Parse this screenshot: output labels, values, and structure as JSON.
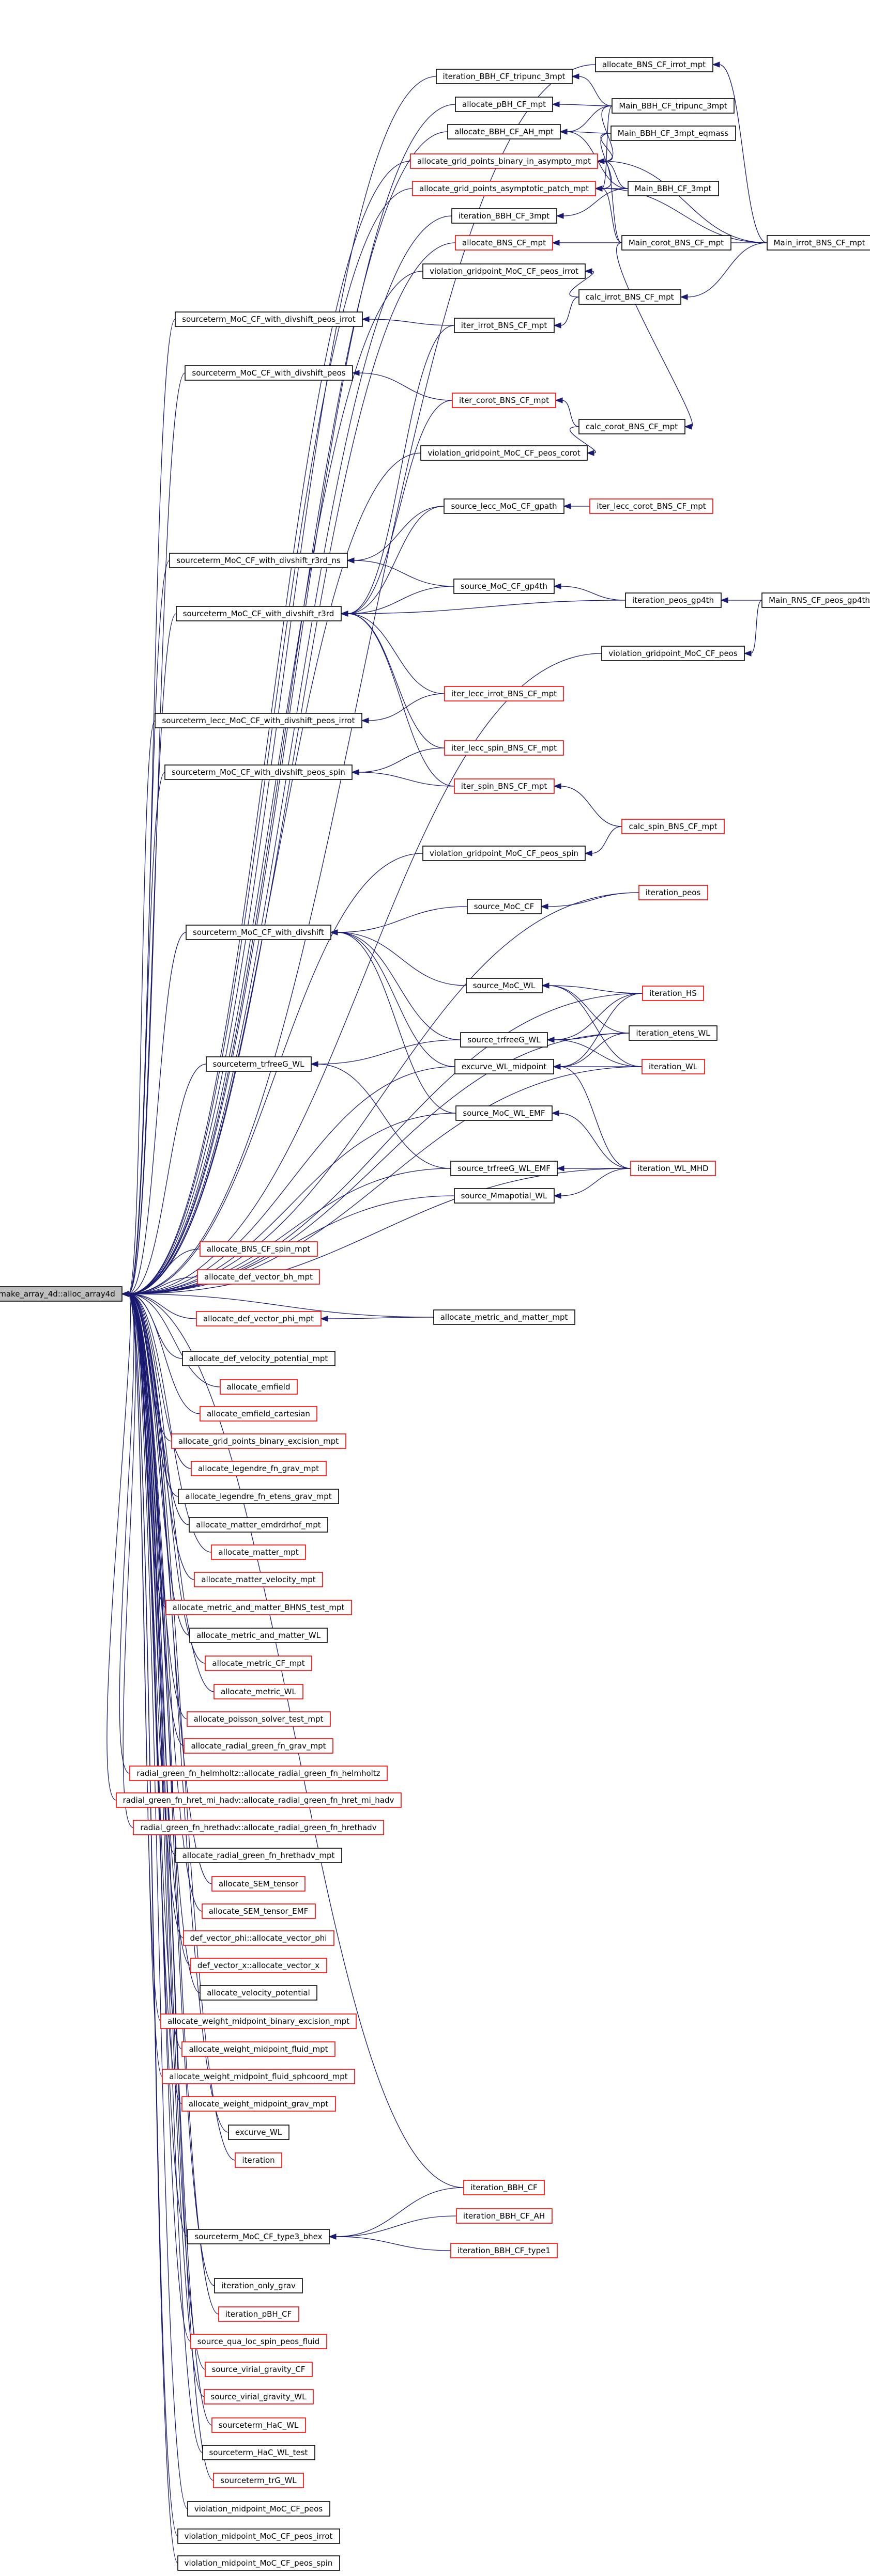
{
  "colors": {
    "edge": "#191970",
    "node_border_black": "#000000",
    "node_border_red": "#ff0000",
    "root_fill": "#bfbfbf",
    "node_fill": "#ffffff"
  },
  "root": {
    "id": "root",
    "label": "make_array_4d::alloc_array4d"
  },
  "nodes": [
    {
      "id": "iterBBH_CF_tripunc_3",
      "label": "iteration_BBH_CF_tripunc_3mpt",
      "border": "black"
    },
    {
      "id": "allocBNS_imrt",
      "label": "allocate_BNS_CF_irrot_mpt",
      "border": "black"
    },
    {
      "id": "allocBBH_CF",
      "label": "allocate_pBH_CF_mpt",
      "border": "black"
    },
    {
      "id": "mainBBH_tripunc",
      "label": "Main_BBH_CF_tripunc_3mpt",
      "border": "black"
    },
    {
      "id": "allocBBH_AH",
      "label": "allocate_BBH_CF_AH_mpt",
      "border": "black"
    },
    {
      "id": "mainBBH_3eq",
      "label": "Main_BBH_CF_3mpt_eqmass",
      "border": "black"
    },
    {
      "id": "allocGridBin",
      "label": "allocate_grid_points_binary_in_asympto_mpt",
      "border": "red"
    },
    {
      "id": "allocGridAsym",
      "label": "allocate_grid_points_asymptotic_patch_mpt",
      "border": "red"
    },
    {
      "id": "mainBBH_3",
      "label": "Main_BBH_CF_3mpt",
      "border": "black"
    },
    {
      "id": "iterBBH_3",
      "label": "iteration_BBH_CF_3mpt",
      "border": "black"
    },
    {
      "id": "allocBNS_CF",
      "label": "allocate_BNS_CF_mpt",
      "border": "red"
    },
    {
      "id": "mainCorot",
      "label": "Main_corot_BNS_CF_mpt",
      "border": "black"
    },
    {
      "id": "mainIrrot",
      "label": "Main_irrot_BNS_CF_mpt",
      "border": "black"
    },
    {
      "id": "violIrrot",
      "label": "violation_gridpoint_MoC_CF_peos_irrot",
      "border": "black"
    },
    {
      "id": "calcIrrot",
      "label": "calc_irrot_BNS_CF_mpt",
      "border": "black"
    },
    {
      "id": "stDivIrrot",
      "label": "sourceterm_MoC_CF_with_divshift_peos_irrot",
      "border": "black"
    },
    {
      "id": "iterIrrot",
      "label": "iter_irrot_BNS_CF_mpt",
      "border": "black"
    },
    {
      "id": "stDivPeos",
      "label": "sourceterm_MoC_CF_with_divshift_peos",
      "border": "black"
    },
    {
      "id": "iterCorot",
      "label": "iter_corot_BNS_CF_mpt",
      "border": "red"
    },
    {
      "id": "calcCorot",
      "label": "calc_corot_BNS_CF_mpt",
      "border": "black"
    },
    {
      "id": "violCorot",
      "label": "violation_gridpoint_MoC_CF_peos_corot",
      "border": "black"
    },
    {
      "id": "srcLecc",
      "label": "source_lecc_MoC_CF_gpath",
      "border": "black"
    },
    {
      "id": "iterLeccCorot",
      "label": "iter_lecc_corot_BNS_CF_mpt",
      "border": "red"
    },
    {
      "id": "stDiv3rdns",
      "label": "sourceterm_MoC_CF_with_divshift_r3rd_ns",
      "border": "black"
    },
    {
      "id": "srcMoCgp",
      "label": "source_MoC_CF_gp4th",
      "border": "black"
    },
    {
      "id": "stDiv3rd",
      "label": "sourceterm_MoC_CF_with_divshift_r3rd",
      "border": "black"
    },
    {
      "id": "iterPeosGp",
      "label": "iteration_peos_gp4th",
      "border": "black"
    },
    {
      "id": "mainRNS",
      "label": "Main_RNS_CF_peos_gp4th",
      "border": "black"
    },
    {
      "id": "violPeos",
      "label": "violation_gridpoint_MoC_CF_peos",
      "border": "black"
    },
    {
      "id": "stLeccIrrot",
      "label": "sourceterm_lecc_MoC_CF_with_divshift_peos_irrot",
      "border": "black"
    },
    {
      "id": "iterLeccIrrot",
      "label": "iter_lecc_irrot_BNS_CF_mpt",
      "border": "red"
    },
    {
      "id": "iterLeccSpin",
      "label": "iter_lecc_spin_BNS_CF_mpt",
      "border": "red"
    },
    {
      "id": "stDivSpin",
      "label": "sourceterm_MoC_CF_with_divshift_peos_spin",
      "border": "black"
    },
    {
      "id": "iterSpin",
      "label": "iter_spin_BNS_CF_mpt",
      "border": "red"
    },
    {
      "id": "calcSpin",
      "label": "calc_spin_BNS_CF_mpt",
      "border": "red"
    },
    {
      "id": "violSpin",
      "label": "violation_gridpoint_MoC_CF_peos_spin",
      "border": "black"
    },
    {
      "id": "iterPeos",
      "label": "iteration_peos",
      "border": "red"
    },
    {
      "id": "srcMoC",
      "label": "source_MoC_CF",
      "border": "black"
    },
    {
      "id": "stDiv",
      "label": "sourceterm_MoC_CF_with_divshift",
      "border": "black"
    },
    {
      "id": "srcMoCWL",
      "label": "source_MoC_WL",
      "border": "black"
    },
    {
      "id": "iterHS",
      "label": "iteration_HS",
      "border": "red"
    },
    {
      "id": "srcTrfree",
      "label": "source_trfreeG_WL",
      "border": "black"
    },
    {
      "id": "iterEtens",
      "label": "iteration_etens_WL",
      "border": "black"
    },
    {
      "id": "stTrfree",
      "label": "sourceterm_trfreeG_WL",
      "border": "black"
    },
    {
      "id": "excurve",
      "label": "excurve_WL_midpoint",
      "border": "black"
    },
    {
      "id": "iterWL",
      "label": "iteration_WL",
      "border": "red"
    },
    {
      "id": "srcMoCEMF",
      "label": "source_MoC_WL_EMF",
      "border": "black"
    },
    {
      "id": "srcTrfreeEMF",
      "label": "source_trfreeG_WL_EMF",
      "border": "black"
    },
    {
      "id": "iterMHD",
      "label": "iteration_WL_MHD",
      "border": "red"
    },
    {
      "id": "srcMmap",
      "label": "source_Mmapotial_WL",
      "border": "black"
    },
    {
      "id": "aBNSspin",
      "label": "allocate_BNS_CF_spin_mpt",
      "border": "red"
    },
    {
      "id": "aDefBh",
      "label": "allocate_def_vector_bh_mpt",
      "border": "red"
    },
    {
      "id": "aDefPhi",
      "label": "allocate_def_vector_phi_mpt",
      "border": "red"
    },
    {
      "id": "aMetricMatter",
      "label": "allocate_metric_and_matter_mpt",
      "border": "black"
    },
    {
      "id": "aDefVel",
      "label": "allocate_def_velocity_potential_mpt",
      "border": "black"
    },
    {
      "id": "aEmfield",
      "label": "allocate_emfield",
      "border": "red"
    },
    {
      "id": "aEmfieldCart",
      "label": "allocate_emfield_cartesian",
      "border": "red"
    },
    {
      "id": "aGridExc",
      "label": "allocate_grid_points_binary_excision_mpt",
      "border": "red"
    },
    {
      "id": "aLegGrav",
      "label": "allocate_legendre_fn_grav_mpt",
      "border": "red"
    },
    {
      "id": "aLegEtens",
      "label": "allocate_legendre_fn_etens_grav_mpt",
      "border": "black"
    },
    {
      "id": "aMatterEmd",
      "label": "allocate_matter_emdrdrhof_mpt",
      "border": "black"
    },
    {
      "id": "aMatter",
      "label": "allocate_matter_mpt",
      "border": "red"
    },
    {
      "id": "aMatterVel",
      "label": "allocate_matter_velocity_mpt",
      "border": "red"
    },
    {
      "id": "aMetricBHNS",
      "label": "allocate_metric_and_matter_BHNS_test_mpt",
      "border": "red"
    },
    {
      "id": "aMetricWL",
      "label": "allocate_metric_and_matter_WL",
      "border": "black"
    },
    {
      "id": "aMetricCF",
      "label": "allocate_metric_CF_mpt",
      "border": "red"
    },
    {
      "id": "aMetricWL2",
      "label": "allocate_metric_WL",
      "border": "red"
    },
    {
      "id": "aPoisson",
      "label": "allocate_poisson_solver_test_mpt",
      "border": "red"
    },
    {
      "id": "aRadGrav",
      "label": "allocate_radial_green_fn_grav_mpt",
      "border": "red"
    },
    {
      "id": "aRadHelm",
      "label": "radial_green_fn_helmholtz::allocate_radial_green_fn_helmholtz",
      "border": "red"
    },
    {
      "id": "aRadHretMi",
      "label": "radial_green_fn_hret_mi_hadv::allocate_radial_green_fn_hret_mi_hadv",
      "border": "red"
    },
    {
      "id": "aRadHrethadv",
      "label": "radial_green_fn_hrethadv::allocate_radial_green_fn_hrethadv",
      "border": "red"
    },
    {
      "id": "aRadHrethadvMpt",
      "label": "allocate_radial_green_fn_hrethadv_mpt",
      "border": "black"
    },
    {
      "id": "aSEM",
      "label": "allocate_SEM_tensor",
      "border": "red"
    },
    {
      "id": "aSEMEMF",
      "label": "allocate_SEM_tensor_EMF",
      "border": "red"
    },
    {
      "id": "aDefVecPhi",
      "label": "def_vector_phi::allocate_vector_phi",
      "border": "red"
    },
    {
      "id": "aDefVecX",
      "label": "def_vector_x::allocate_vector_x",
      "border": "red"
    },
    {
      "id": "aVelPot",
      "label": "allocate_velocity_potential",
      "border": "black"
    },
    {
      "id": "aWeightExc",
      "label": "allocate_weight_midpoint_binary_excision_mpt",
      "border": "red"
    },
    {
      "id": "aWeightFluid",
      "label": "allocate_weight_midpoint_fluid_mpt",
      "border": "red"
    },
    {
      "id": "aWeightSph",
      "label": "allocate_weight_midpoint_fluid_sphcoord_mpt",
      "border": "red"
    },
    {
      "id": "aWeightGrav",
      "label": "allocate_weight_midpoint_grav_mpt",
      "border": "red"
    },
    {
      "id": "excurveWL",
      "label": "excurve_WL",
      "border": "black"
    },
    {
      "id": "iteration",
      "label": "iteration",
      "border": "red"
    },
    {
      "id": "iterBBH",
      "label": "iteration_BBH_CF",
      "border": "red"
    },
    {
      "id": "iterBBH_AH",
      "label": "iteration_BBH_CF_AH",
      "border": "red"
    },
    {
      "id": "stType3",
      "label": "sourceterm_MoC_CF_type3_bhex",
      "border": "black"
    },
    {
      "id": "iterBBH_t1",
      "label": "iteration_BBH_CF_type1",
      "border": "red"
    },
    {
      "id": "iterOnlyGrav",
      "label": "iteration_only_grav",
      "border": "black"
    },
    {
      "id": "iterPBH",
      "label": "iteration_pBH_CF",
      "border": "red"
    },
    {
      "id": "srcQua",
      "label": "source_qua_loc_spin_peos_fluid",
      "border": "red"
    },
    {
      "id": "srcVirialCF",
      "label": "source_virial_gravity_CF",
      "border": "red"
    },
    {
      "id": "srcVirialWL",
      "label": "source_virial_gravity_WL",
      "border": "red"
    },
    {
      "id": "stHaC",
      "label": "sourceterm_HaC_WL",
      "border": "red"
    },
    {
      "id": "stHaCtest",
      "label": "sourceterm_HaC_WL_test",
      "border": "black"
    },
    {
      "id": "stTrG",
      "label": "sourceterm_trG_WL",
      "border": "red"
    },
    {
      "id": "violMid",
      "label": "violation_midpoint_MoC_CF_peos",
      "border": "black"
    },
    {
      "id": "violMidIrrot",
      "label": "violation_midpoint_MoC_CF_peos_irrot",
      "border": "black"
    },
    {
      "id": "violMidSpin",
      "label": "violation_midpoint_MoC_CF_peos_spin",
      "border": "black"
    }
  ],
  "edges": [
    [
      "iterBBH_CF_tripunc_3",
      "root"
    ],
    [
      "allocBNS_imrt",
      "root"
    ],
    [
      "allocBBH_CF",
      "root"
    ],
    [
      "allocBBH_AH",
      "root"
    ],
    [
      "allocGridBin",
      "root"
    ],
    [
      "allocGridAsym",
      "root"
    ],
    [
      "iterBBH_3",
      "root"
    ],
    [
      "allocBNS_CF",
      "root"
    ],
    [
      "violIrrot",
      "root"
    ],
    [
      "stDivIrrot",
      "root"
    ],
    [
      "stDivPeos",
      "root"
    ],
    [
      "violCorot",
      "root"
    ],
    [
      "stDiv3rdns",
      "root"
    ],
    [
      "stDiv3rd",
      "root"
    ],
    [
      "violPeos",
      "root"
    ],
    [
      "stLeccIrrot",
      "root"
    ],
    [
      "stDivSpin",
      "root"
    ],
    [
      "violSpin",
      "root"
    ],
    [
      "iterPeos",
      "root"
    ],
    [
      "stDiv",
      "root"
    ],
    [
      "iterHS",
      "root"
    ],
    [
      "iterEtens",
      "root"
    ],
    [
      "stTrfree",
      "root"
    ],
    [
      "excurve",
      "root"
    ],
    [
      "iterWL",
      "root"
    ],
    [
      "srcMoCEMF",
      "root"
    ],
    [
      "srcTrfreeEMF",
      "root"
    ],
    [
      "iterMHD",
      "root"
    ],
    [
      "srcMmap",
      "root"
    ],
    [
      "aBNSspin",
      "root"
    ],
    [
      "aDefBh",
      "root"
    ],
    [
      "aDefPhi",
      "root"
    ],
    [
      "aMetricMatter",
      "root"
    ],
    [
      "aDefVel",
      "root"
    ],
    [
      "aEmfield",
      "root"
    ],
    [
      "aEmfieldCart",
      "root"
    ],
    [
      "aGridExc",
      "root"
    ],
    [
      "aLegGrav",
      "root"
    ],
    [
      "aLegEtens",
      "root"
    ],
    [
      "aMatterEmd",
      "root"
    ],
    [
      "aMatter",
      "root"
    ],
    [
      "aMatterVel",
      "root"
    ],
    [
      "aMetricBHNS",
      "root"
    ],
    [
      "aMetricWL",
      "root"
    ],
    [
      "aMetricCF",
      "root"
    ],
    [
      "aMetricWL2",
      "root"
    ],
    [
      "aPoisson",
      "root"
    ],
    [
      "aRadGrav",
      "root"
    ],
    [
      "aRadHelm",
      "root"
    ],
    [
      "aRadHretMi",
      "root"
    ],
    [
      "aRadHrethadv",
      "root"
    ],
    [
      "aRadHrethadvMpt",
      "root"
    ],
    [
      "aSEM",
      "root"
    ],
    [
      "aSEMEMF",
      "root"
    ],
    [
      "aDefVecPhi",
      "root"
    ],
    [
      "aDefVecX",
      "root"
    ],
    [
      "aVelPot",
      "root"
    ],
    [
      "aWeightExc",
      "root"
    ],
    [
      "aWeightFluid",
      "root"
    ],
    [
      "aWeightSph",
      "root"
    ],
    [
      "aWeightGrav",
      "root"
    ],
    [
      "excurveWL",
      "root"
    ],
    [
      "iteration",
      "root"
    ],
    [
      "iterBBH",
      "root"
    ],
    [
      "stType3",
      "root"
    ],
    [
      "iterOnlyGrav",
      "root"
    ],
    [
      "iterPBH",
      "root"
    ],
    [
      "srcQua",
      "root"
    ],
    [
      "srcVirialCF",
      "root"
    ],
    [
      "srcVirialWL",
      "root"
    ],
    [
      "stHaC",
      "root"
    ],
    [
      "stHaCtest",
      "root"
    ],
    [
      "stTrG",
      "root"
    ],
    [
      "violMid",
      "root"
    ],
    [
      "violMidIrrot",
      "root"
    ],
    [
      "violMidSpin",
      "root"
    ],
    [
      "mainBBH_tripunc",
      "iterBBH_CF_tripunc_3"
    ],
    [
      "mainIrrot",
      "allocBNS_imrt"
    ],
    [
      "mainBBH_tripunc",
      "allocBBH_CF"
    ],
    [
      "mainBBH_tripunc",
      "allocBBH_AH"
    ],
    [
      "mainBBH_3eq",
      "allocBBH_AH"
    ],
    [
      "mainBBH_3",
      "allocBBH_AH"
    ],
    [
      "mainBBH_tripunc",
      "allocGridBin"
    ],
    [
      "mainBBH_3eq",
      "allocGridBin"
    ],
    [
      "mainBBH_3",
      "allocGridBin"
    ],
    [
      "mainCorot",
      "allocGridBin"
    ],
    [
      "mainIrrot",
      "allocGridBin"
    ],
    [
      "mainBBH_tripunc",
      "allocGridAsym"
    ],
    [
      "mainBBH_3eq",
      "allocGridAsym"
    ],
    [
      "mainBBH_3",
      "allocGridAsym"
    ],
    [
      "mainCorot",
      "allocGridAsym"
    ],
    [
      "mainIrrot",
      "allocGridAsym"
    ],
    [
      "mainBBH_3",
      "iterBBH_3"
    ],
    [
      "mainCorot",
      "allocBNS_CF"
    ],
    [
      "mainIrrot",
      "allocBNS_CF"
    ],
    [
      "calcIrrot",
      "violIrrot"
    ],
    [
      "iterIrrot",
      "stDivIrrot"
    ],
    [
      "calcIrrot",
      "iterIrrot"
    ],
    [
      "mainIrrot",
      "calcIrrot"
    ],
    [
      "iterCorot",
      "stDivPeos"
    ],
    [
      "calcCorot",
      "iterCorot"
    ],
    [
      "mainCorot",
      "calcCorot"
    ],
    [
      "calcCorot",
      "violCorot"
    ],
    [
      "srcLecc",
      "stDiv3rdns"
    ],
    [
      "srcMoCgp",
      "stDiv3rdns"
    ],
    [
      "iterLeccCorot",
      "srcLecc"
    ],
    [
      "iterPeosGp",
      "srcMoCgp"
    ],
    [
      "mainRNS",
      "iterPeosGp"
    ],
    [
      "mainRNS",
      "violPeos"
    ],
    [
      "srcLecc",
      "stDiv3rd"
    ],
    [
      "srcMoCgp",
      "stDiv3rd"
    ],
    [
      "iterIrrot",
      "stDiv3rd"
    ],
    [
      "iterCorot",
      "stDiv3rd"
    ],
    [
      "iterLeccIrrot",
      "stDiv3rd"
    ],
    [
      "iterLeccSpin",
      "stDiv3rd"
    ],
    [
      "iterSpin",
      "stDiv3rd"
    ],
    [
      "iterPeosGp",
      "stDiv3rd"
    ],
    [
      "iterLeccIrrot",
      "stLeccIrrot"
    ],
    [
      "iterLeccSpin",
      "stDivSpin"
    ],
    [
      "iterSpin",
      "stDivSpin"
    ],
    [
      "calcSpin",
      "iterSpin"
    ],
    [
      "calcSpin",
      "violSpin"
    ],
    [
      "srcMoC",
      "stDiv"
    ],
    [
      "srcMoCWL",
      "stDiv"
    ],
    [
      "srcTrfree",
      "stDiv"
    ],
    [
      "excurve",
      "stDiv"
    ],
    [
      "srcMoCEMF",
      "stDiv"
    ],
    [
      "iterPeos",
      "srcMoC"
    ],
    [
      "iterHS",
      "srcMoCWL"
    ],
    [
      "iterEtens",
      "srcMoCWL"
    ],
    [
      "iterWL",
      "srcMoCWL"
    ],
    [
      "iterHS",
      "srcTrfree"
    ],
    [
      "iterEtens",
      "srcTrfree"
    ],
    [
      "iterWL",
      "srcTrfree"
    ],
    [
      "srcTrfree",
      "stTrfree"
    ],
    [
      "srcTrfreeEMF",
      "stTrfree"
    ],
    [
      "iterHS",
      "excurve"
    ],
    [
      "iterEtens",
      "excurve"
    ],
    [
      "iterWL",
      "excurve"
    ],
    [
      "iterMHD",
      "excurve"
    ],
    [
      "iterMHD",
      "srcMoCEMF"
    ],
    [
      "iterMHD",
      "srcTrfreeEMF"
    ],
    [
      "iterMHD",
      "srcMmap"
    ],
    [
      "aMetricMatter",
      "aDefPhi"
    ],
    [
      "iterBBH",
      "stType3"
    ],
    [
      "iterBBH_AH",
      "stType3"
    ],
    [
      "iterBBH_t1",
      "stType3"
    ]
  ]
}
